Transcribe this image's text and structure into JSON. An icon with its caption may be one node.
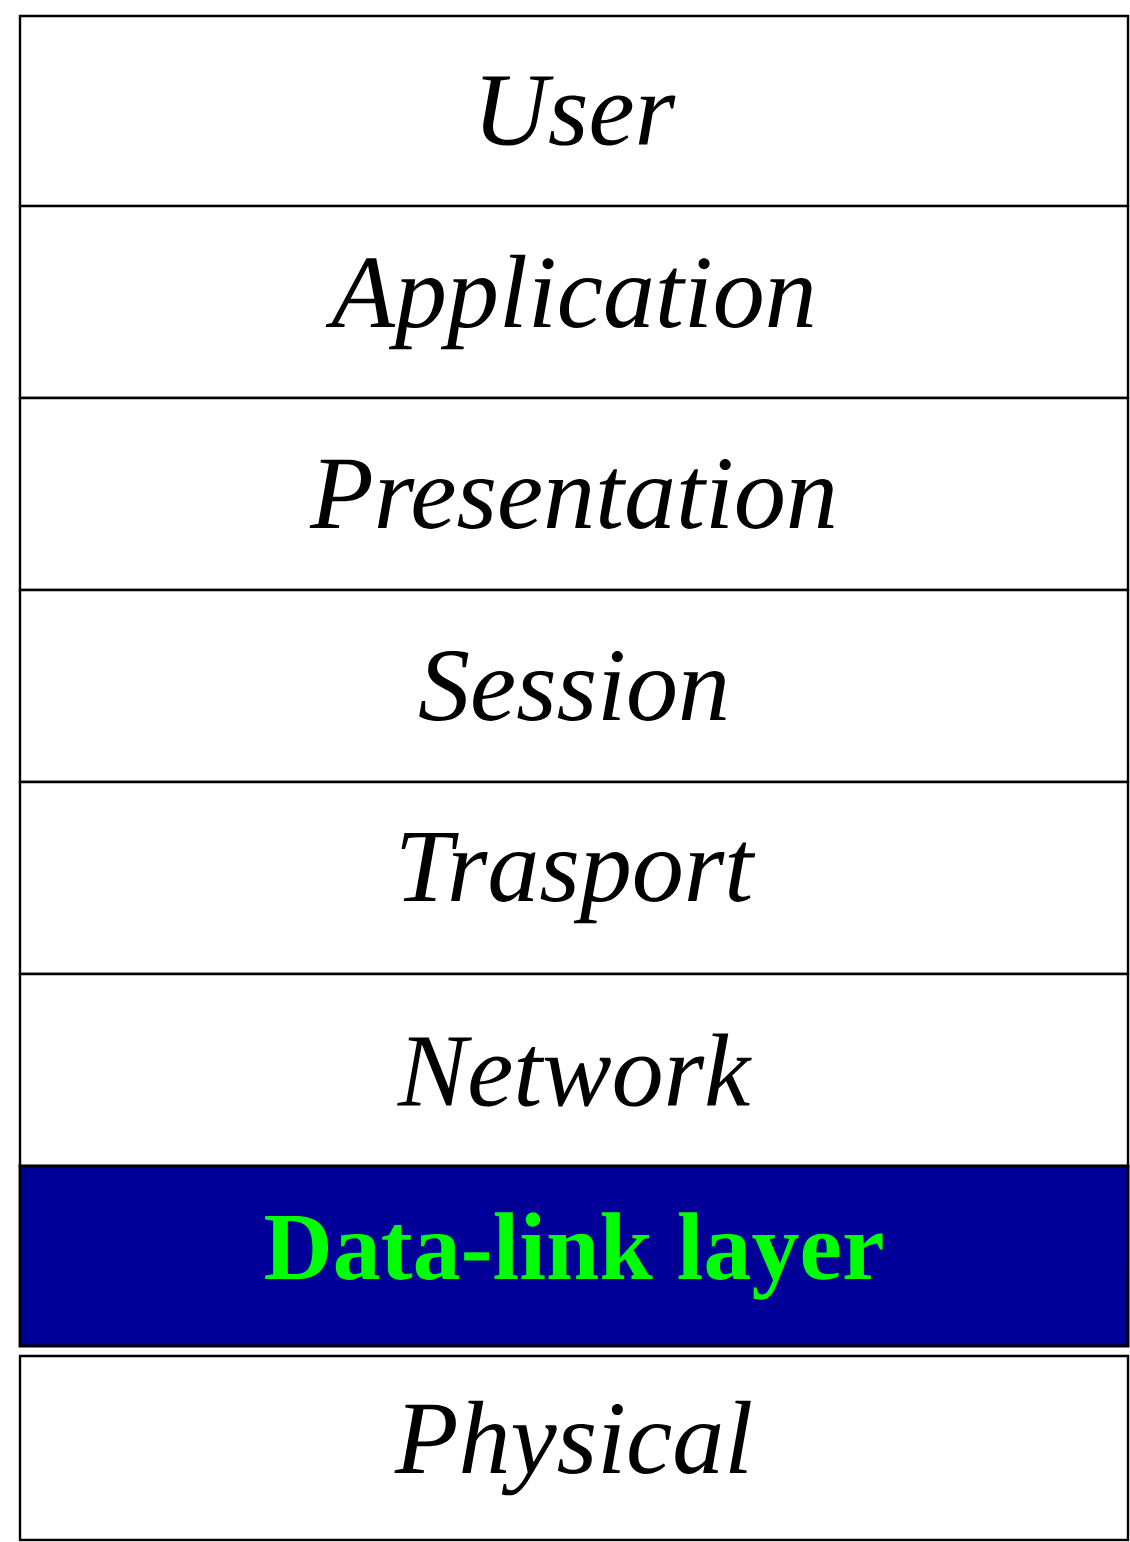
{
  "diagram": {
    "nodes": [
      {
        "text": [
          "User"
        ]
      },
      {
        "text": [
          "Application"
        ]
      },
      {
        "text": [
          "Presentation"
        ]
      },
      {
        "text": [
          "Session"
        ]
      },
      {
        "text": [
          "Trasport"
        ]
      },
      {
        "text": [
          "Network"
        ]
      },
      {
        "text": [
          "Data-link layer"
        ]
      },
      {
        "text": [
          "Physical"
        ]
      }
    ]
  }
}
